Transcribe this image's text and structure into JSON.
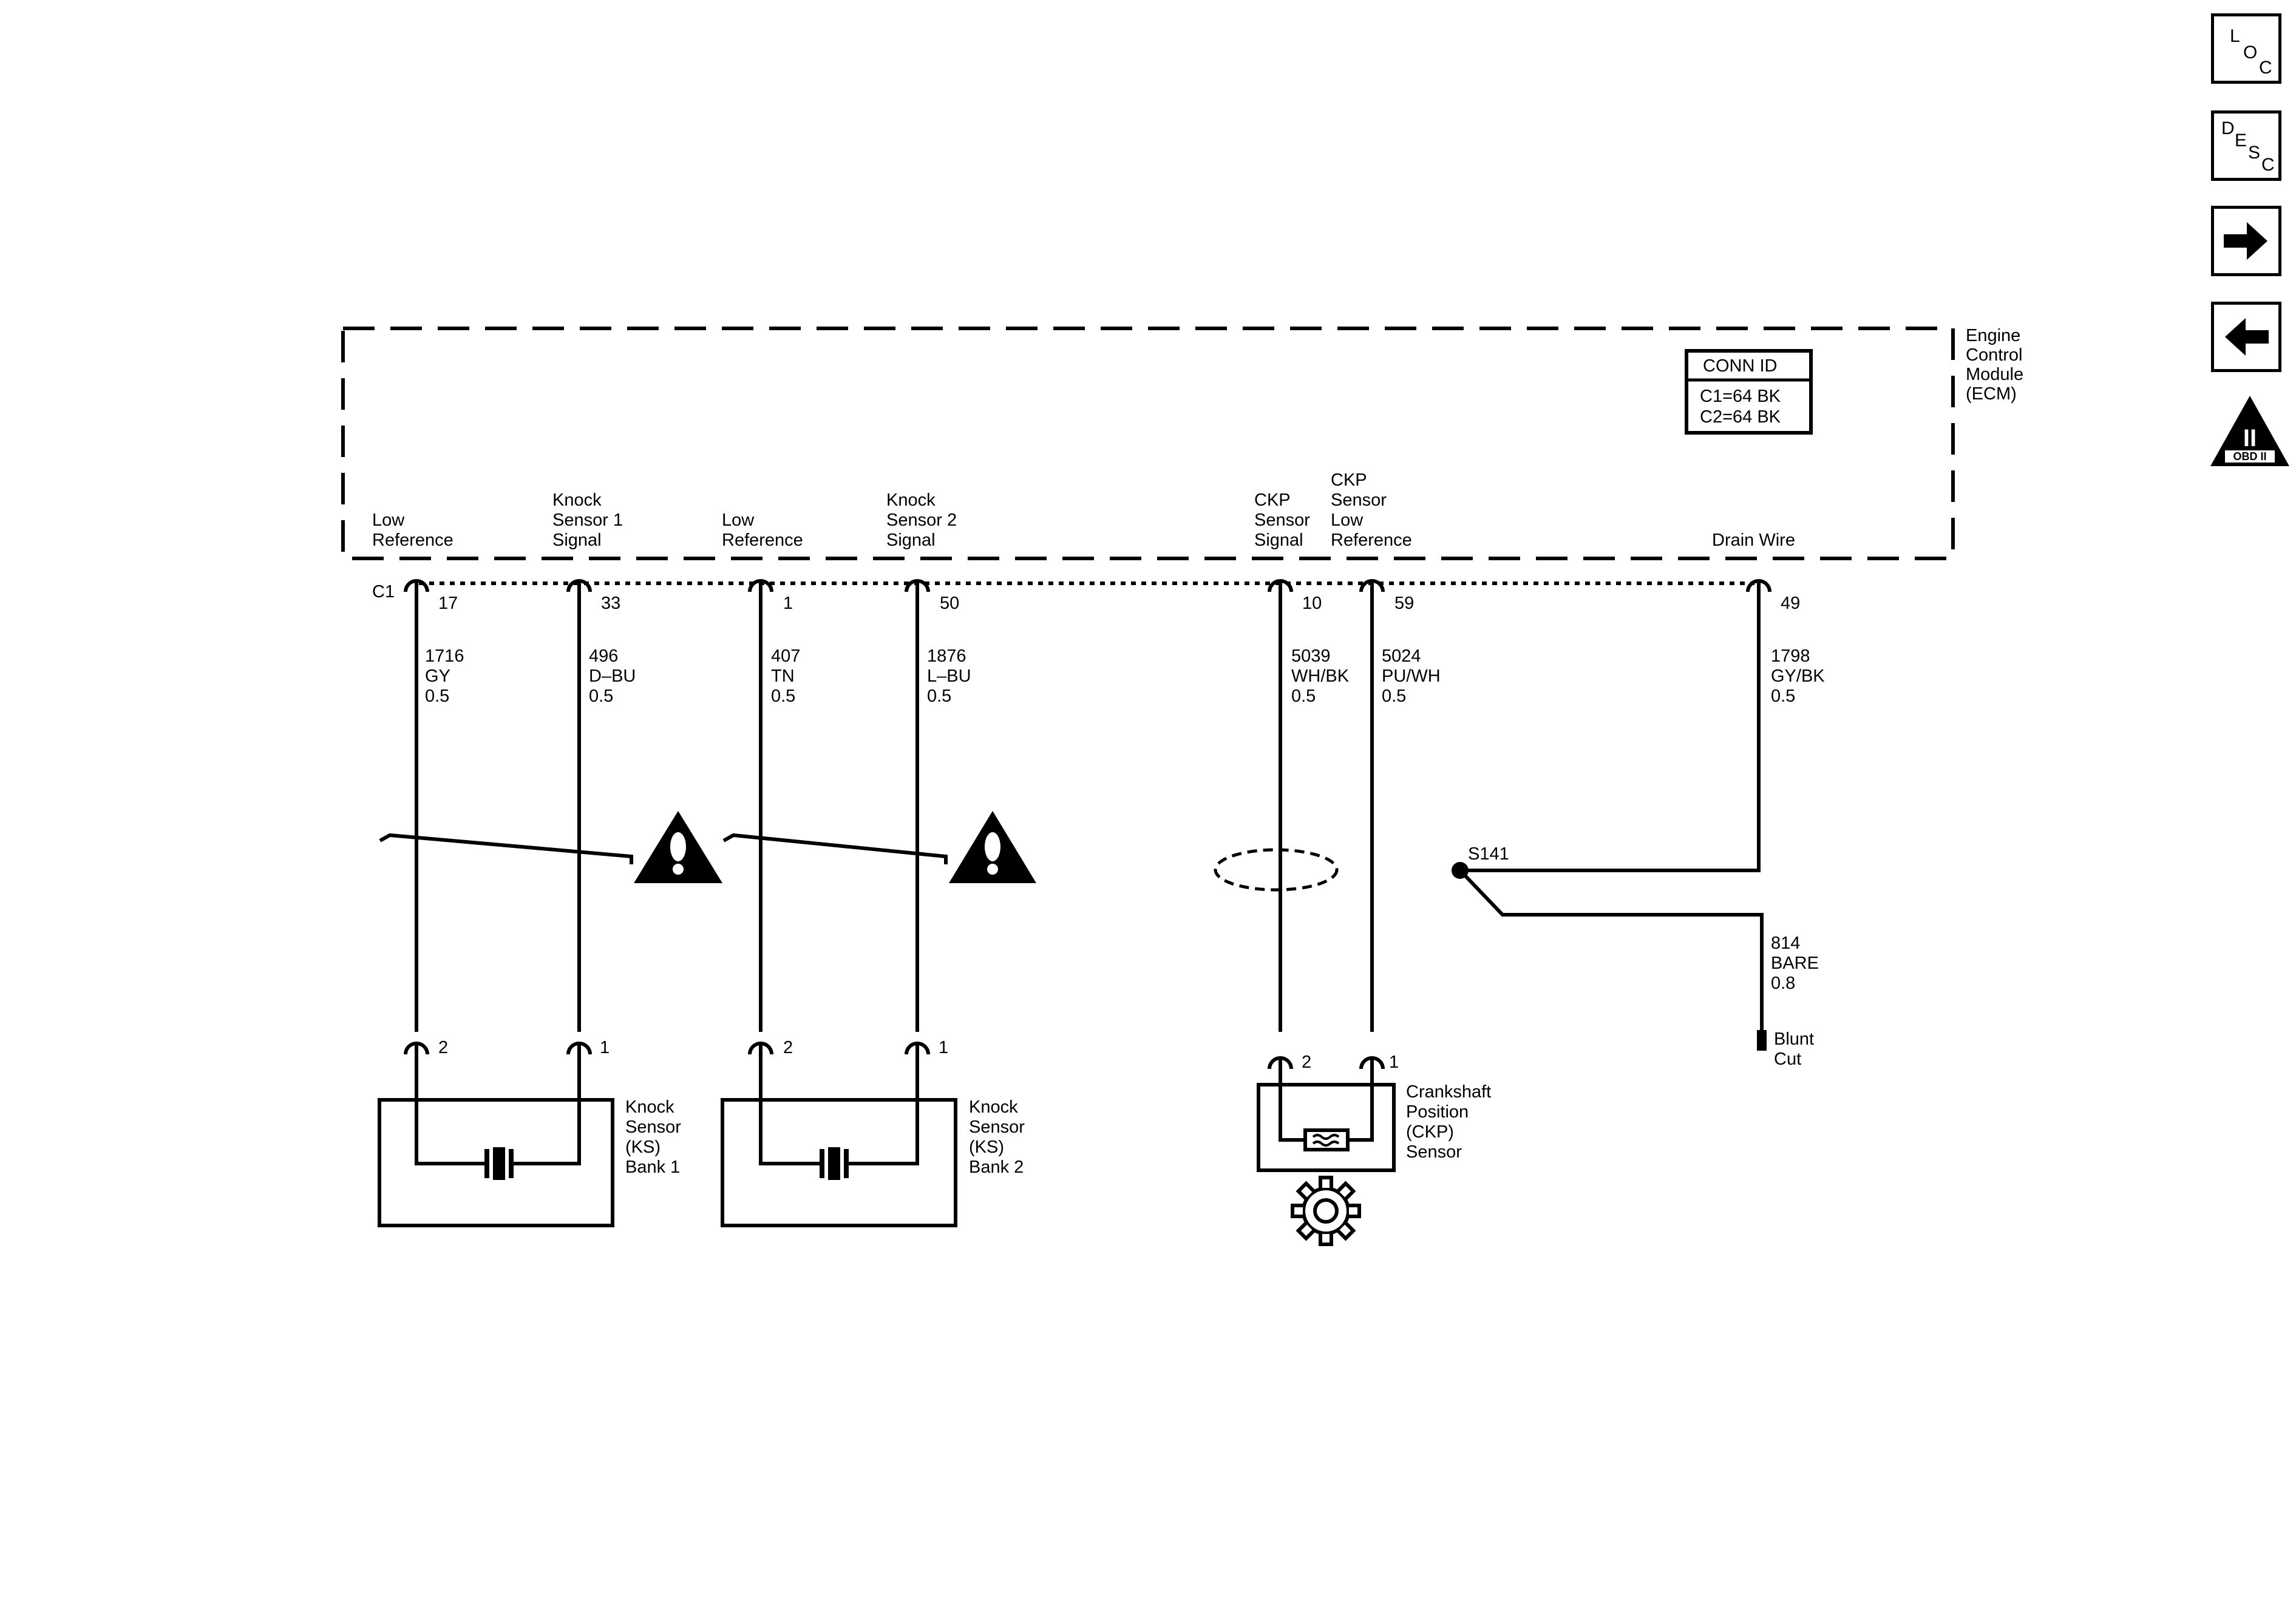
{
  "ecm": {
    "title_lines": [
      "Engine",
      "Control",
      "Module",
      "(ECM)"
    ],
    "conn_id": {
      "header": "CONN ID",
      "lines": [
        "C1=64 BK",
        "C2=64 BK"
      ]
    },
    "connector": "C1"
  },
  "circuits": [
    {
      "label": [
        "Low",
        "Reference"
      ],
      "pin": "17",
      "wire": [
        "1716",
        "GY",
        "0.5"
      ],
      "comp_pin": "2"
    },
    {
      "label": [
        "Knock",
        "Sensor 1",
        "Signal"
      ],
      "pin": "33",
      "wire": [
        "496",
        "D–BU",
        "0.5"
      ],
      "comp_pin": "1"
    },
    {
      "label": [
        "Low",
        "Reference"
      ],
      "pin": "1",
      "wire": [
        "407",
        "TN",
        "0.5"
      ],
      "comp_pin": "2"
    },
    {
      "label": [
        "Knock",
        "Sensor 2",
        "Signal"
      ],
      "pin": "50",
      "wire": [
        "1876",
        "L–BU",
        "0.5"
      ],
      "comp_pin": "1"
    },
    {
      "label": [
        "CKP",
        "Sensor",
        "Signal"
      ],
      "pin": "10",
      "wire": [
        "5039",
        "WH/BK",
        "0.5"
      ],
      "comp_pin": "2"
    },
    {
      "label": [
        "CKP",
        "Sensor",
        "Low",
        "Reference"
      ],
      "pin": "59",
      "wire": [
        "5024",
        "PU/WH",
        "0.5"
      ],
      "comp_pin": "1"
    },
    {
      "label": [
        "Drain Wire"
      ],
      "pin": "49",
      "wire": [
        "1798",
        "GY/BK",
        "0.5"
      ]
    }
  ],
  "splice": {
    "id": "S141",
    "wire": [
      "814",
      "BARE",
      "0.8"
    ],
    "end": [
      "Blunt",
      "Cut"
    ]
  },
  "components": [
    {
      "name": [
        "Knock",
        "Sensor",
        "(KS)",
        "Bank 1"
      ]
    },
    {
      "name": [
        "Knock",
        "Sensor",
        "(KS)",
        "Bank 2"
      ]
    },
    {
      "name": [
        "Crankshaft",
        "Position",
        "(CKP)",
        "Sensor"
      ]
    }
  ],
  "nav": {
    "loc": [
      "L",
      "O",
      "C"
    ],
    "desc": [
      "D",
      "E",
      "S",
      "C"
    ],
    "obd": {
      "big": "II",
      "small": "OBD II"
    },
    "icons": {
      "next": "arrow-right-icon",
      "back": "arrow-left-icon",
      "warning": "warning-icon",
      "gear": "gear-icon"
    }
  }
}
